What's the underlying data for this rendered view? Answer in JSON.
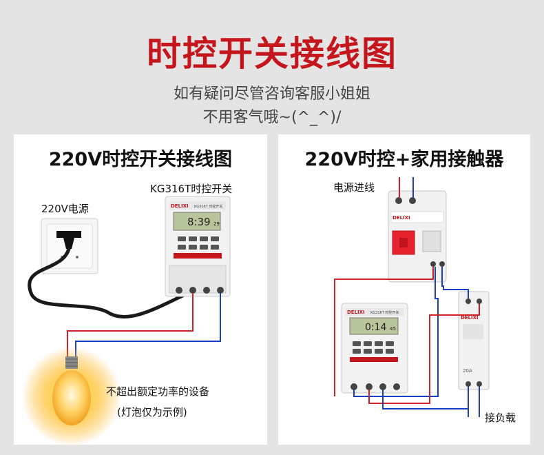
{
  "header": {
    "title": "时控开关接线图",
    "subtitle_line1": "如有疑问尽管咨询客服小姐姐",
    "subtitle_line2": "不用客气哦~(^_^)/"
  },
  "left_panel": {
    "title": "220V时控开关接线图",
    "device_label": "KG316T时控开关",
    "power_label": "220V电源",
    "note_line1": "不超出额定功率的设备",
    "note_line2": "(灯泡仅为示例)",
    "timer_brand": "DELIXI",
    "timer_model": "KG316T 时控开关",
    "timer_display": "8:39",
    "timer_seconds": "29"
  },
  "right_panel": {
    "title": "220V时控+家用接触器",
    "input_label": "电源进线",
    "load_label": "接负载",
    "timer_brand": "DELIXI",
    "timer_model": "KG316T 时控开关",
    "timer_display": "0:14",
    "timer_seconds": "45",
    "breaker_brand": "DELIXI",
    "contactor_brand": "DELIXI",
    "contactor_rating": "20A"
  },
  "colors": {
    "title_red": "#c4161c",
    "wire_red": "#d32027",
    "wire_blue": "#1a3fc4",
    "breaker_red": "#e8232f"
  }
}
